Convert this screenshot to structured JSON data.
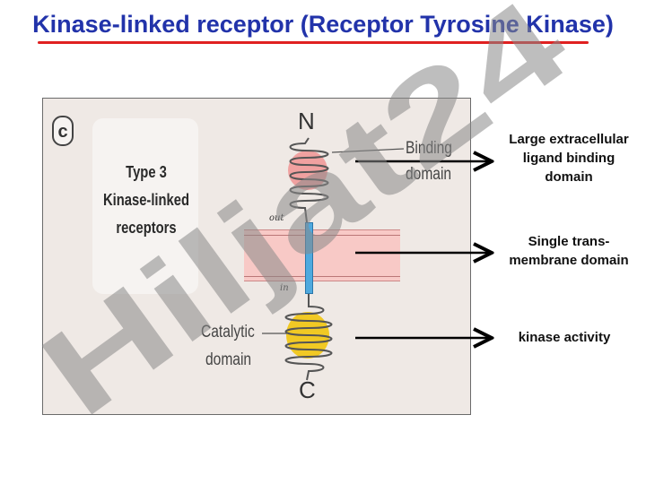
{
  "title": "Kinase-linked receptor (Receptor Tyrosine Kinase)",
  "figure": {
    "panel_letter": "c",
    "type_lines": [
      "Type 3",
      "Kinase-linked",
      "receptors"
    ],
    "n_terminus": "N",
    "c_terminus": "C",
    "binding_lines": [
      "Binding",
      "domain"
    ],
    "catalytic_lines": [
      "Catalytic",
      "domain"
    ],
    "out_label": "out",
    "in_label": "in"
  },
  "annotations": [
    {
      "lines": [
        "Large extracellular",
        "ligand binding",
        "domain"
      ]
    },
    {
      "lines": [
        "Single trans-",
        "membrane domain"
      ]
    },
    {
      "lines": [
        "kinase activity"
      ]
    }
  ],
  "colors": {
    "title": "#2233aa",
    "underline": "#e02020",
    "membrane": "#f8c9c6",
    "transmembrane_rod": "#4fa9de",
    "binding_blob": "#f08f8f",
    "catalytic_blob": "#f1c514",
    "watermark": "#a98df2"
  },
  "watermark_text": "Hiljat24"
}
